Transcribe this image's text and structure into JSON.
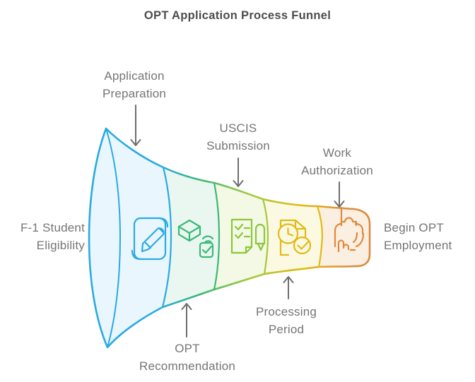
{
  "title": "OPT Application Process Funnel",
  "funnel": {
    "entry_label": "F-1 Student\nEligibility",
    "exit_label": "Begin OPT\nEmployment",
    "stages": [
      {
        "label": "Application\nPreparation",
        "icon": "document-pen-icon",
        "color": "#29ABE2",
        "fill": "#E9F6FD",
        "label_position": "top"
      },
      {
        "label": "OPT\nRecommendation",
        "icon": "package-check-icon",
        "color": "#3CB878",
        "fill": "#E9F7F0",
        "label_position": "bottom"
      },
      {
        "label": "USCIS\nSubmission",
        "icon": "checklist-pen-icon",
        "color": "#8CC63F",
        "fill": "#F3F9E4",
        "label_position": "top"
      },
      {
        "label": "Processing\nPeriod",
        "icon": "document-clock-icon",
        "color": "#E2BB13",
        "fill": "#FCF9E3",
        "label_position": "bottom"
      },
      {
        "label": "Work\nAuthorization",
        "icon": "clipboard-hand-icon",
        "color": "#DE8A3C",
        "fill": "#FBEFE2",
        "label_position": "top"
      }
    ]
  },
  "colors": {
    "title_text": "#4D4D4D",
    "label_text": "#757575",
    "arrow": "#6E6E6E"
  }
}
